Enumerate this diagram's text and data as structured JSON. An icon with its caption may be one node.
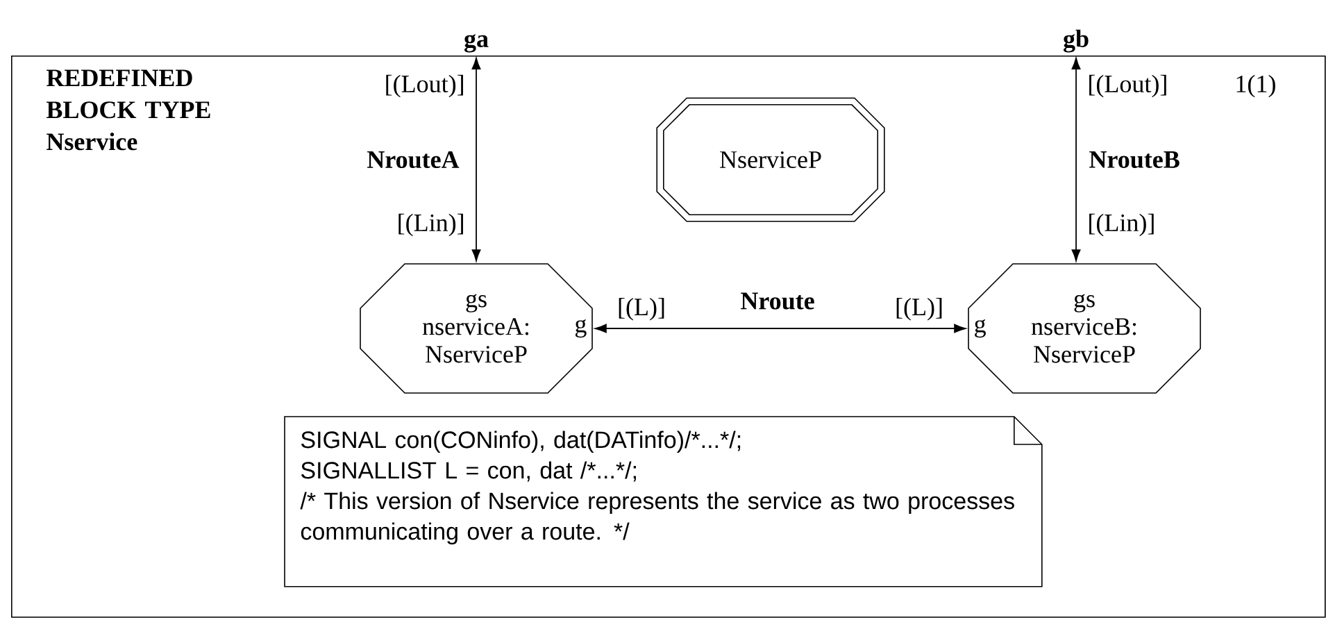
{
  "diagram": {
    "nodes": [
      {
        "text": [
          "REDEFINED BLOCK TYPE Nservice"
        ]
      },
      {
        "text": [
          "ga"
        ]
      },
      {
        "text": [
          "gb"
        ]
      },
      {
        "text": [
          "NserviceP"
        ],
        "in": 0
      },
      {
        "text": [
          "gs",
          "nserviceA: NserviceP",
          "g"
        ],
        "in": 0
      },
      {
        "text": [
          "gs",
          "g",
          "nserviceB: NserviceP"
        ],
        "in": 0
      },
      {
        "text": [
          "SIGNAL con(CONinfo), dat(DATinfo)/*...*/;",
          "SIGNALLIST L = con, dat /*...*/;",
          "/* This version of Nservice represents the service as two processes communicating over a route. */"
        ],
        "in": 0
      }
    ],
    "edges": [
      {
        "from": 1,
        "to": 4,
        "arrow": "both",
        "label": "NrouteA"
      },
      {
        "from": 2,
        "to": 5,
        "arrow": "both",
        "label": "NrouteB"
      },
      {
        "from": 4,
        "to": 5,
        "arrow": "both",
        "label": "Nroute"
      }
    ],
    "labels": [
      "[(Lout)]",
      "[(Lout)]",
      "1(1)",
      "[(Lin)]",
      "[(Lin)]",
      "[(L)]",
      "[(L)]"
    ]
  }
}
